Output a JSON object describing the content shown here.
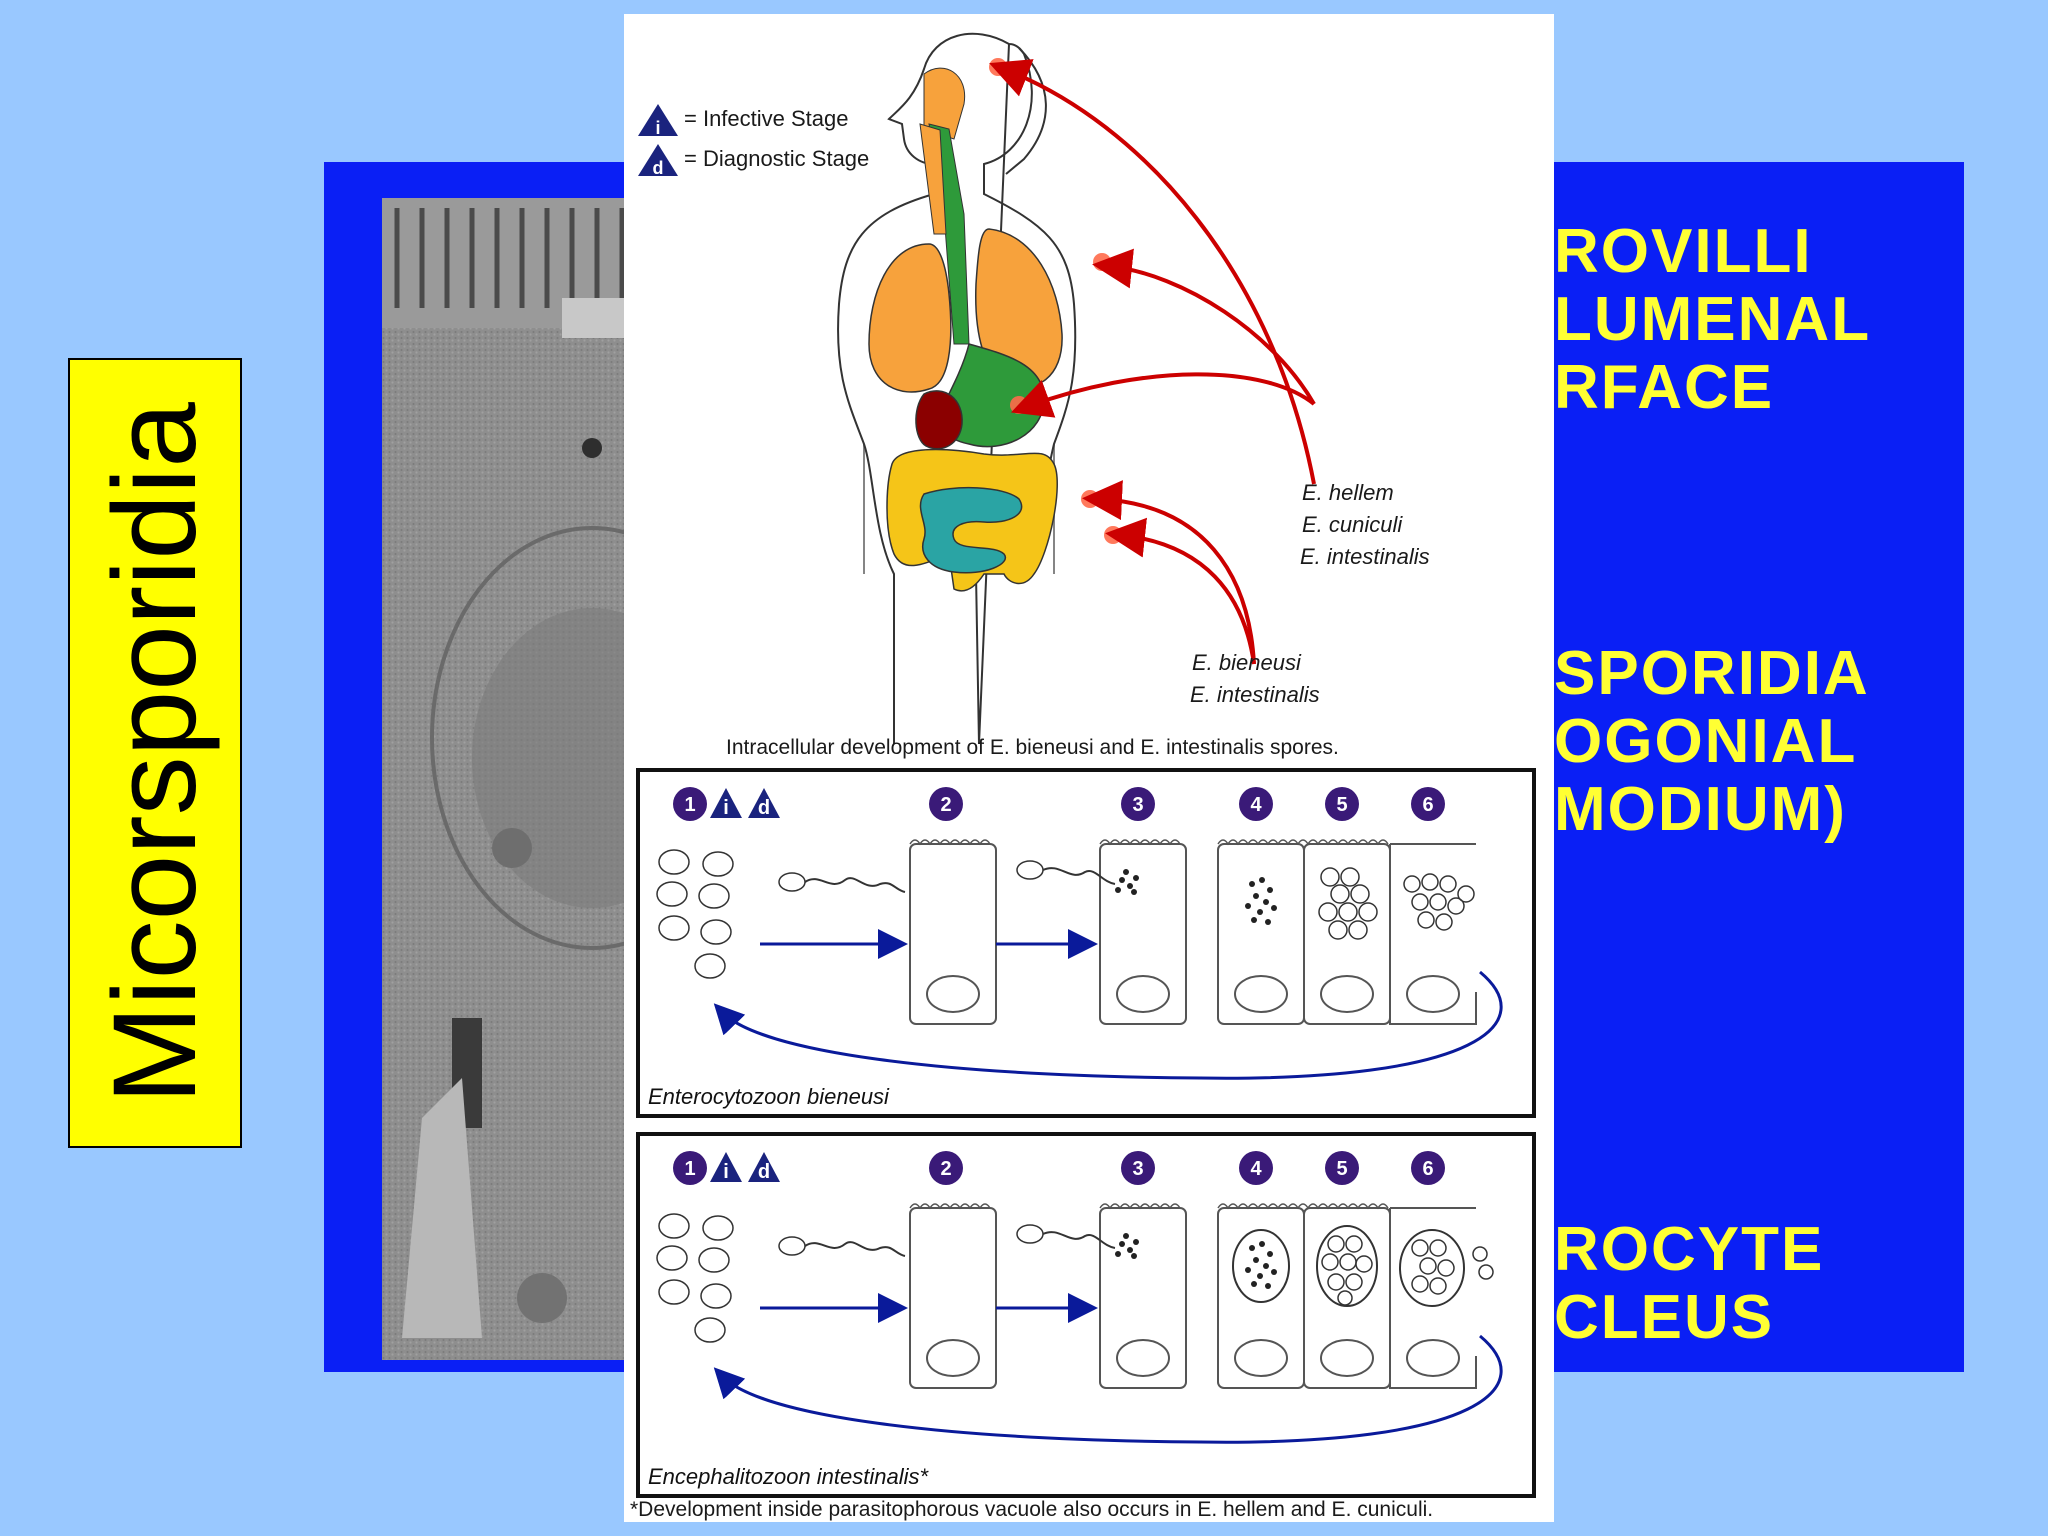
{
  "slide": {
    "title": "Micorsporidia",
    "colors": {
      "background": "#99c8ff",
      "panel": "#0a1ff5",
      "title_box": "#ffff00",
      "panel_text": "#ffff33"
    }
  },
  "panel_text": {
    "block1": [
      "ROVILLI",
      "LUMENAL",
      "RFACE"
    ],
    "block2": [
      "SPORIDIA",
      "OGONIAL",
      "MODIUM)"
    ],
    "block3": [
      "ROCYTE",
      "CLEUS"
    ]
  },
  "lifecycle": {
    "legend": {
      "infective_symbol": "i",
      "infective_label": "= Infective Stage",
      "diagnostic_symbol": "d",
      "diagnostic_label": "= Diagnostic Stage"
    },
    "species_group_1": [
      "E. hellem",
      "E. cuniculi",
      "E. intestinalis"
    ],
    "species_group_2": [
      "E. bieneusi",
      "E. intestinalis"
    ],
    "caption_top": "Intracellular development of E. bieneusi and E. intestinalis spores.",
    "panels": [
      {
        "species": "Enterocytozoon bieneusi",
        "stage_numbers": [
          "1",
          "2",
          "3",
          "4",
          "5",
          "6"
        ]
      },
      {
        "species": "Encephalitozoon intestinalis*",
        "stage_numbers": [
          "1",
          "2",
          "3",
          "4",
          "5",
          "6"
        ]
      }
    ],
    "footnote": "*Development inside parasitophorous vacuole also occurs in E. hellem and E. cuniculi.",
    "colors": {
      "arrow_red": "#cc0000",
      "arrow_blue": "#0a1a9a",
      "stage_circle": "#3a1a78",
      "lung": "#f7a23c",
      "gut_green": "#2e9a3a",
      "colon": "#f5c518",
      "small_intestine": "#2aa4a4",
      "liver": "#8b0000"
    }
  }
}
